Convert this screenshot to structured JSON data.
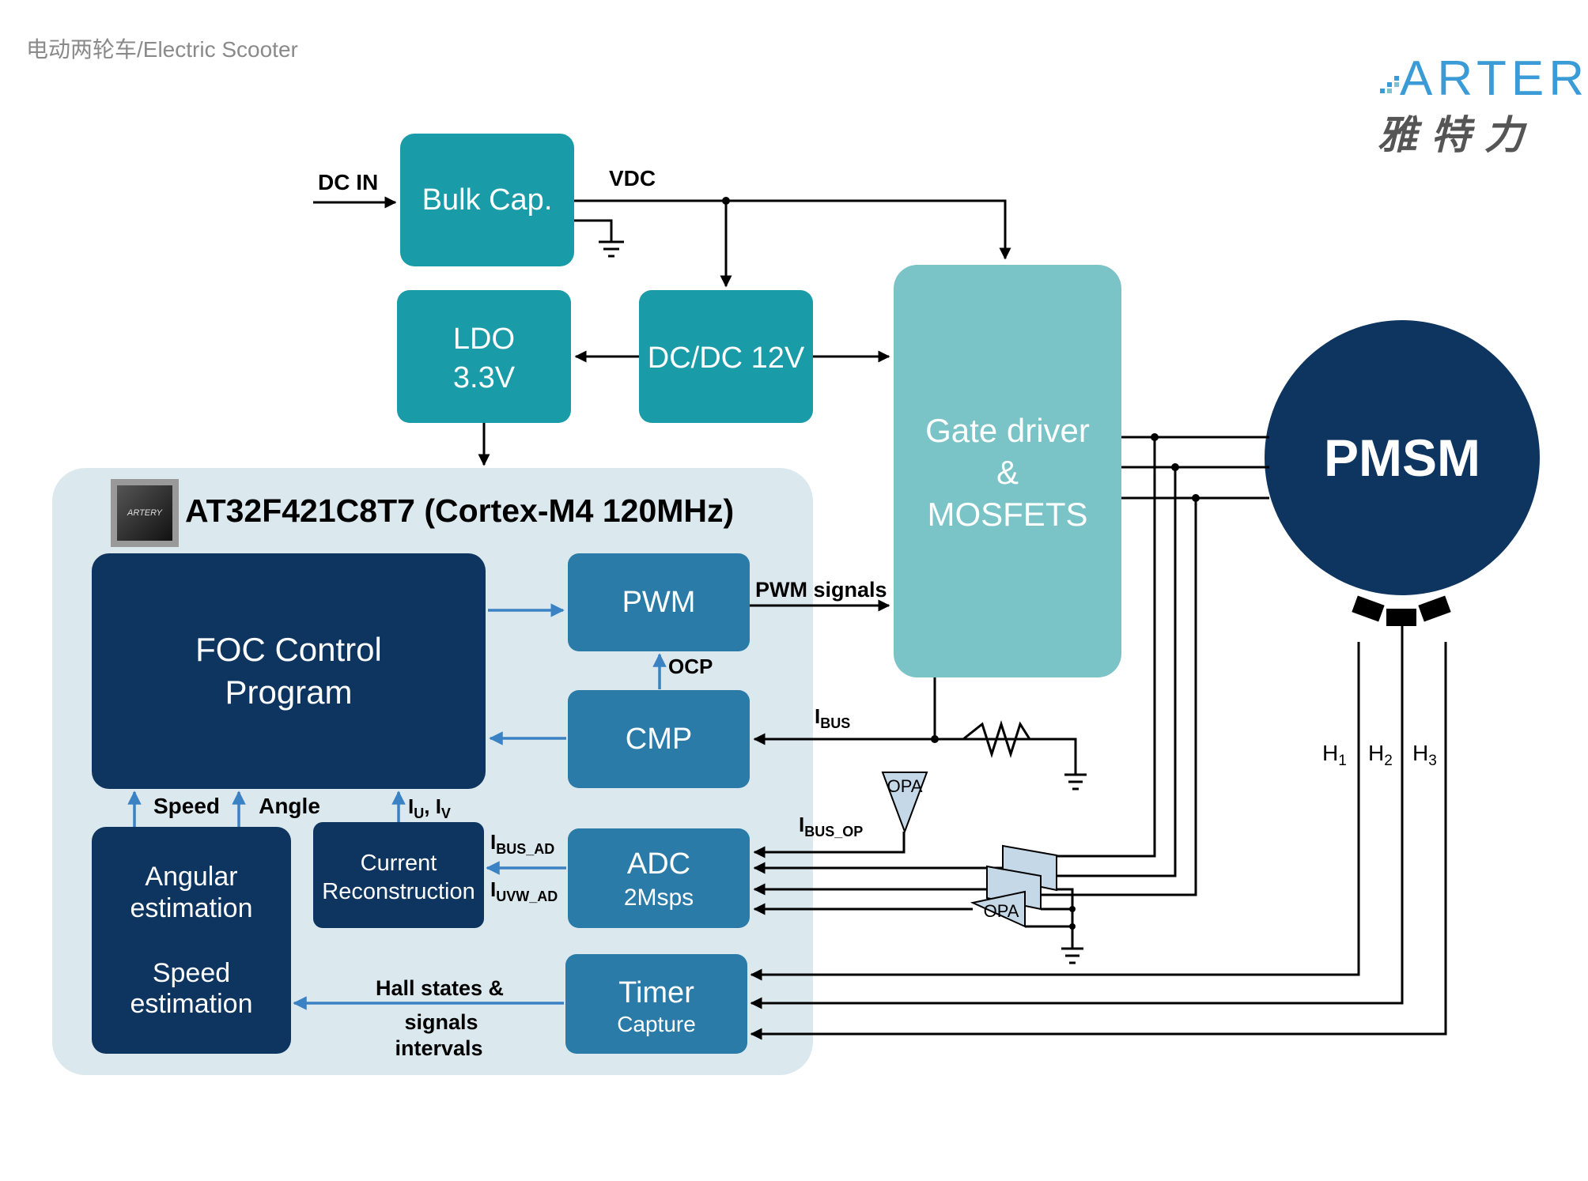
{
  "header": {
    "category": "电动两轮车/Electric Scooter"
  },
  "logo": {
    "brand": "ARTERY",
    "brand_cn": "雅 特 力"
  },
  "mcu": {
    "title": "AT32F421C8T7 (Cortex-M4 120MHz)",
    "chip_mark": "ARTERY"
  },
  "blocks": {
    "bulk_cap": "Bulk Cap.",
    "ldo_line1": "LDO",
    "ldo_line2": "3.3V",
    "dcdc": "DC/DC 12V",
    "gate_line1": "Gate driver",
    "gate_line2": "&",
    "gate_line3": "MOSFETS",
    "pmsm": "PMSM",
    "foc_line1": "FOC Control",
    "foc_line2": "Program",
    "pwm": "PWM",
    "cmp": "CMP",
    "adc_line1": "ADC",
    "adc_line2": "2Msps",
    "timer_line1": "Timer",
    "timer_line2": "Capture",
    "current_line1": "Current",
    "current_line2": "Reconstruction",
    "angular_line1": "Angular",
    "angular_line2": "estimation",
    "speed_line1": "Speed",
    "speed_line2": "estimation",
    "opa": "OPA"
  },
  "labels": {
    "dc_in": "DC IN",
    "vdc": "VDC",
    "pwm_signals": "PWM signals",
    "ocp": "OCP",
    "speed": "Speed",
    "angle": "Angle",
    "i_bus": {
      "main": "I",
      "sub": "BUS"
    },
    "i_bus_op": {
      "main": "I",
      "sub": "BUS_OP"
    },
    "i_bus_ad": {
      "main": "I",
      "sub": "BUS_AD"
    },
    "i_uvw_ad": {
      "main": "I",
      "sub": "UVW_AD"
    },
    "iu_iv": {
      "i1": "I",
      "s1": "U",
      "sep": ", ",
      "i2": "I",
      "s2": "V"
    },
    "hall_line1": "Hall states &",
    "hall_line2": "signals",
    "hall_line3": "intervals",
    "h1": {
      "main": "H",
      "sub": "1"
    },
    "h2": {
      "main": "H",
      "sub": "2"
    },
    "h3": {
      "main": "H",
      "sub": "3"
    }
  },
  "colors": {
    "teal": "#1a9ba8",
    "teal_light": "#7ac3c6",
    "navy": "#0d3560",
    "mid_blue": "#2a7ba8",
    "mcu_panel": "#dbe9ef",
    "arrow_blue": "#3a82c4"
  }
}
